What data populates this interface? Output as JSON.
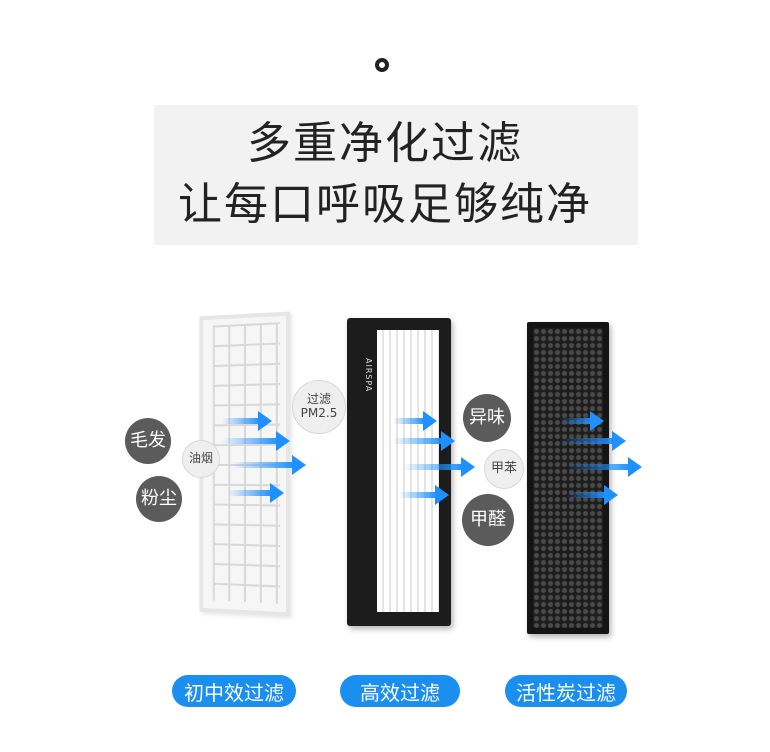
{
  "headline": {
    "line1": "多重净化过滤",
    "line2": "让每口呼吸足够纯净"
  },
  "filters": {
    "primary": {
      "label": "初中效过滤",
      "tags": [
        "毛发",
        "油烟",
        "粉尘"
      ]
    },
    "hepa": {
      "label": "高效过滤",
      "tag_line1": "过滤",
      "tag_line2": "PM2.5",
      "brand_text": "AIRSPA"
    },
    "carbon": {
      "label": "活性炭过滤",
      "tags": [
        "异味",
        "甲苯",
        "甲醛"
      ]
    }
  },
  "colors": {
    "accent": "#1a8ff0",
    "bubble": "#5b5b5b"
  }
}
